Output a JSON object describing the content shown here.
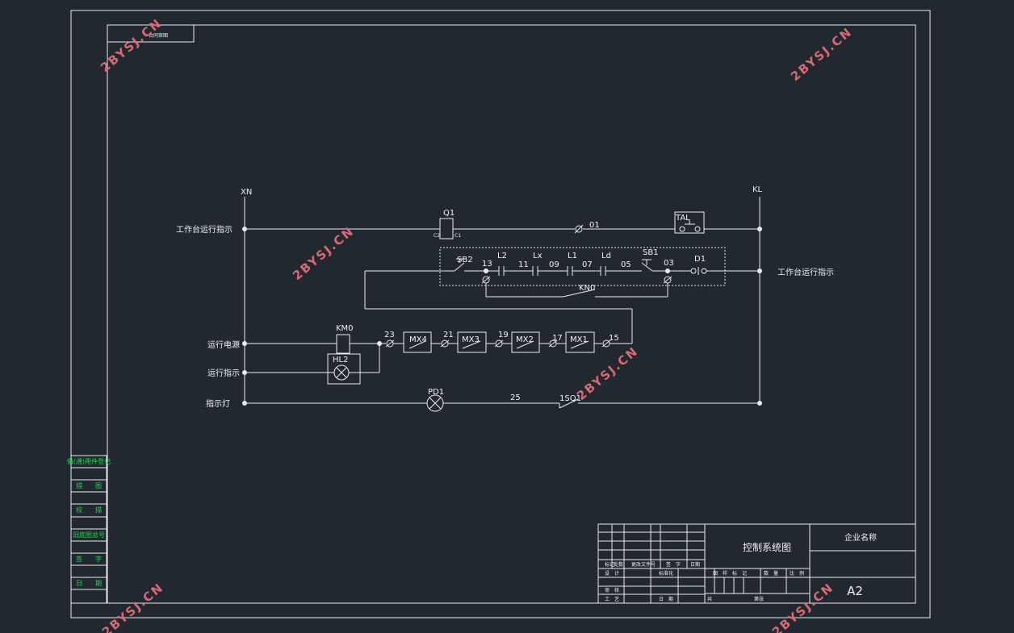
{
  "drawing": {
    "watermark": "2BYSJ.CN",
    "corner_tag": "合同审图",
    "rails": {
      "left": "XN",
      "right": "KL"
    },
    "row_labels": {
      "work_indicator_left": "工作台运行指示",
      "work_indicator_right": "工作台运行指示",
      "run_power": "运行电源",
      "run_indicator": "运行指示",
      "indicator_lamp": "指示灯"
    },
    "components": {
      "q1": "Q1",
      "q1_c2": "C2",
      "q1_c1": "C1",
      "wire01": "01",
      "tal": "TAL",
      "sb2": "SB2",
      "n13": "13",
      "l2": "L2",
      "n11": "11",
      "lx": "Lx",
      "n09": "09",
      "l1": "L1",
      "n07": "07",
      "ld": "Ld",
      "n05": "05",
      "sb1": "SB1",
      "n03": "03",
      "d1": "D1",
      "kn0": "KN0",
      "km0": "KM0",
      "hl2": "HL2",
      "n23": "23",
      "mx4": "MX4",
      "n21": "21",
      "mx3": "MX3",
      "n19": "19",
      "mx2": "MX2",
      "n17": "17",
      "mx1": "MX1",
      "n15": "15",
      "pd1": "PD1",
      "n25": "25",
      "sq1": "1SQ1"
    },
    "left_column": [
      "借(通)用件登记",
      "描　　图",
      "校　　描",
      "旧底图总号",
      "签　　字",
      "日　　期"
    ],
    "title_block": {
      "drawing_name": "控制系统图",
      "company": "企业名称",
      "size": "A2",
      "header_cells": [
        "标记",
        "处数",
        "更改文件号",
        "签　字",
        "日期"
      ],
      "role_design": "设　计",
      "role_std": "标准化",
      "role_review": "审　核",
      "role_process": "工　艺",
      "date_label": "日　期",
      "stage_cells": [
        "图　样　标　记",
        "数　量",
        "比　例"
      ],
      "sheet_total": "共",
      "sheet_no": "第张"
    }
  }
}
